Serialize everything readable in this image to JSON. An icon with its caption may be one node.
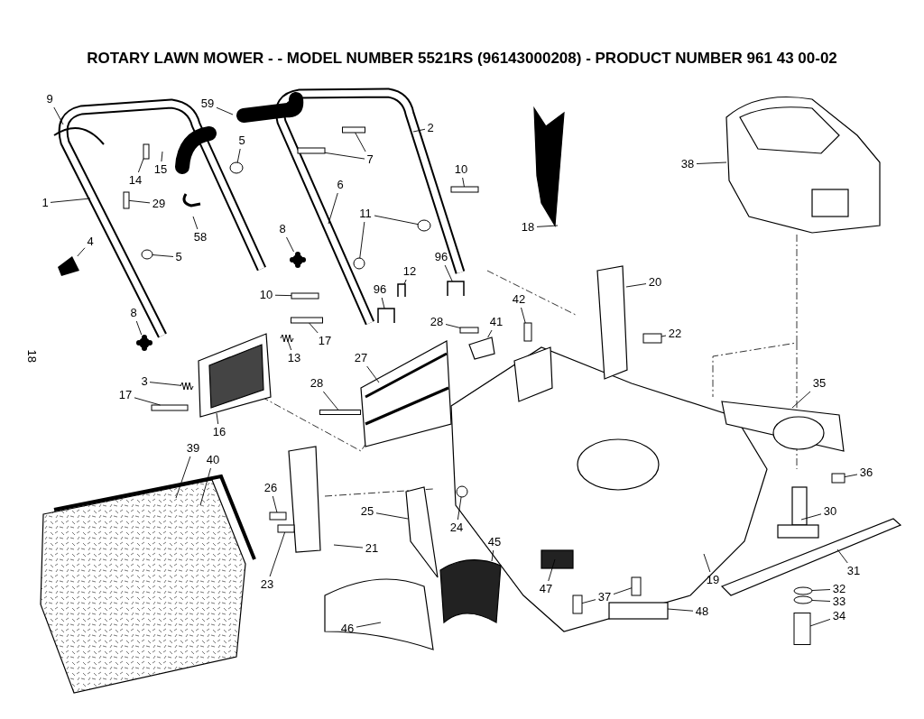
{
  "diagram": {
    "title": "ROTARY LAWN MOWER - - MODEL NUMBER **5521RS** (96143000208) - PRODUCT NUMBER 961 43 00-02",
    "nodes": [
      {
        "text": [
          "9"
        ]
      },
      {
        "text": [
          "59"
        ]
      },
      {
        "text": [
          "5"
        ]
      },
      {
        "text": [
          "2"
        ]
      },
      {
        "text": [
          "7"
        ]
      },
      {
        "text": [
          "14"
        ]
      },
      {
        "text": [
          "15"
        ]
      },
      {
        "text": [
          "1"
        ]
      },
      {
        "text": [
          "29"
        ]
      },
      {
        "text": [
          "6"
        ]
      },
      {
        "text": [
          "10"
        ]
      },
      {
        "text": [
          "58"
        ]
      },
      {
        "text": [
          "18"
        ]
      },
      {
        "text": [
          "38"
        ]
      },
      {
        "text": [
          "11"
        ]
      },
      {
        "text": [
          "4"
        ]
      },
      {
        "text": [
          "8"
        ]
      },
      {
        "text": [
          "5"
        ]
      },
      {
        "text": [
          "96"
        ]
      },
      {
        "text": [
          "12"
        ]
      },
      {
        "text": [
          "20"
        ]
      },
      {
        "text": [
          "10"
        ]
      },
      {
        "text": [
          "96"
        ]
      },
      {
        "text": [
          "42"
        ]
      },
      {
        "text": [
          "8"
        ]
      },
      {
        "text": [
          "28"
        ]
      },
      {
        "text": [
          "41"
        ]
      },
      {
        "text": [
          "17"
        ]
      },
      {
        "text": [
          "13"
        ]
      },
      {
        "text": [
          "22"
        ]
      },
      {
        "text": [
          "27"
        ]
      },
      {
        "text": [
          "3"
        ]
      },
      {
        "text": [
          "28"
        ]
      },
      {
        "text": [
          "35"
        ]
      },
      {
        "text": [
          "17"
        ]
      },
      {
        "text": [
          "16"
        ]
      },
      {
        "text": [
          "39"
        ]
      },
      {
        "text": [
          "40"
        ]
      },
      {
        "text": [
          "36"
        ]
      },
      {
        "text": [
          "26"
        ]
      },
      {
        "text": [
          "25"
        ]
      },
      {
        "text": [
          "24"
        ]
      },
      {
        "text": [
          "30"
        ]
      },
      {
        "text": [
          "45"
        ]
      },
      {
        "text": [
          "21"
        ]
      },
      {
        "text": [
          "31"
        ]
      },
      {
        "text": [
          "23"
        ]
      },
      {
        "text": [
          "47"
        ]
      },
      {
        "text": [
          "19"
        ]
      },
      {
        "text": [
          "32"
        ]
      },
      {
        "text": [
          "37"
        ]
      },
      {
        "text": [
          "33"
        ]
      },
      {
        "text": [
          "48"
        ]
      },
      {
        "text": [
          "34"
        ]
      },
      {
        "text": [
          "46"
        ]
      },
      {
        "text": [],
        "shape": "nut"
      },
      {
        "text": [],
        "shape": "bolt"
      },
      {
        "text": [],
        "shape": "bolt"
      },
      {
        "text": [],
        "shape": "bolt"
      },
      {
        "text": [],
        "shape": "bolt"
      },
      {
        "text": [],
        "shape": "bolt"
      },
      {
        "text": [],
        "shape": "nut"
      },
      {
        "text": [],
        "shape": "nut"
      },
      {
        "text": [],
        "shape": "nut"
      },
      {
        "text": [],
        "shape": "clip"
      },
      {
        "text": [],
        "shape": "clip"
      },
      {
        "text": [],
        "shape": "bolt"
      },
      {
        "text": [],
        "shape": "clip"
      },
      {
        "text": [],
        "shape": "bolt"
      },
      {
        "text": [],
        "shape": "bolt"
      },
      {
        "text": [],
        "shape": "bolt"
      },
      {
        "text": [],
        "shape": "spring"
      },
      {
        "text": [],
        "shape": "bolt"
      },
      {
        "text": [],
        "shape": "spring"
      },
      {
        "text": [],
        "shape": "bolt"
      },
      {
        "text": [],
        "shape": "bolt"
      },
      {
        "text": [],
        "shape": "bolt"
      },
      {
        "text": [],
        "shape": "bolt"
      },
      {
        "text": [],
        "shape": "nut"
      },
      {
        "text": [],
        "shape": "bolt"
      },
      {
        "text": [],
        "shape": "washer"
      },
      {
        "text": [],
        "shape": "bolt"
      },
      {
        "text": [],
        "shape": "bolt"
      },
      {
        "text": [],
        "shape": "washer"
      },
      {
        "text": [],
        "shape": "bolt"
      },
      {
        "text": [],
        "shape": "knob"
      },
      {
        "text": [],
        "shape": "knob"
      },
      {
        "text": [],
        "shape": "grip"
      },
      {
        "text": [],
        "shape": "plate"
      }
    ],
    "edges": [
      {
        "from": 0,
        "to": null,
        "arrow": "none"
      },
      {
        "from": 1,
        "to": null,
        "arrow": "none"
      },
      {
        "from": 2,
        "to": 55,
        "arrow": "none"
      },
      {
        "from": 3,
        "to": null,
        "arrow": "none"
      },
      {
        "from": 4,
        "to": 56,
        "arrow": "none"
      },
      {
        "from": 4,
        "to": 57,
        "arrow": "none"
      },
      {
        "from": 5,
        "to": 58,
        "arrow": "none"
      },
      {
        "from": 6,
        "to": null,
        "arrow": "none"
      },
      {
        "from": 7,
        "to": null,
        "arrow": "none"
      },
      {
        "from": 8,
        "to": 59,
        "arrow": "none"
      },
      {
        "from": 9,
        "to": null,
        "arrow": "none"
      },
      {
        "from": 10,
        "to": 60,
        "arrow": "none"
      },
      {
        "from": 11,
        "to": null,
        "arrow": "none"
      },
      {
        "from": 12,
        "to": null,
        "arrow": "none"
      },
      {
        "from": 13,
        "to": null,
        "arrow": "none"
      },
      {
        "from": 14,
        "to": 61,
        "arrow": "none"
      },
      {
        "from": 14,
        "to": 62,
        "arrow": "none"
      },
      {
        "from": 15,
        "to": 87,
        "arrow": "none"
      },
      {
        "from": 16,
        "to": 85,
        "arrow": "none"
      },
      {
        "from": 17,
        "to": 63,
        "arrow": "none"
      },
      {
        "from": 18,
        "to": 64,
        "arrow": "none"
      },
      {
        "from": 19,
        "to": 65,
        "arrow": "none"
      },
      {
        "from": 20,
        "to": null,
        "arrow": "none"
      },
      {
        "from": 21,
        "to": 66,
        "arrow": "none"
      },
      {
        "from": 22,
        "to": 67,
        "arrow": "none"
      },
      {
        "from": 23,
        "to": 68,
        "arrow": "none"
      },
      {
        "from": 24,
        "to": 86,
        "arrow": "none"
      },
      {
        "from": 25,
        "to": 69,
        "arrow": "none"
      },
      {
        "from": 26,
        "to": 88,
        "arrow": "none"
      },
      {
        "from": 27,
        "to": 70,
        "arrow": "none"
      },
      {
        "from": 28,
        "to": 71,
        "arrow": "none"
      },
      {
        "from": 29,
        "to": 72,
        "arrow": "none"
      },
      {
        "from": 30,
        "to": null,
        "arrow": "none"
      },
      {
        "from": 31,
        "to": 73,
        "arrow": "none"
      },
      {
        "from": 32,
        "to": 74,
        "arrow": "none"
      },
      {
        "from": 33,
        "to": null,
        "arrow": "none"
      },
      {
        "from": 34,
        "to": 75,
        "arrow": "none"
      },
      {
        "from": 35,
        "to": null,
        "arrow": "none"
      },
      {
        "from": 36,
        "to": null,
        "arrow": "none"
      },
      {
        "from": 37,
        "to": null,
        "arrow": "none"
      },
      {
        "from": 38,
        "to": 76,
        "arrow": "none"
      },
      {
        "from": 39,
        "to": 77,
        "arrow": "none"
      },
      {
        "from": 40,
        "to": null,
        "arrow": "none"
      },
      {
        "from": 41,
        "to": 78,
        "arrow": "none"
      },
      {
        "from": 42,
        "to": null,
        "arrow": "none"
      },
      {
        "from": 43,
        "to": null,
        "arrow": "none"
      },
      {
        "from": 44,
        "to": null,
        "arrow": "none"
      },
      {
        "from": 45,
        "to": null,
        "arrow": "none"
      },
      {
        "from": 46,
        "to": 79,
        "arrow": "none"
      },
      {
        "from": 47,
        "to": null,
        "arrow": "none"
      },
      {
        "from": 48,
        "to": null,
        "arrow": "none"
      },
      {
        "from": 49,
        "to": 80,
        "arrow": "none"
      },
      {
        "from": 50,
        "to": 81,
        "arrow": "none"
      },
      {
        "from": 50,
        "to": 82,
        "arrow": "none"
      },
      {
        "from": 51,
        "to": 83,
        "arrow": "none"
      },
      {
        "from": 52,
        "to": null,
        "arrow": "none"
      },
      {
        "from": 53,
        "to": 84,
        "arrow": "none"
      },
      {
        "from": 54,
        "to": null,
        "arrow": "none"
      }
    ],
    "labels": [
      "18"
    ]
  }
}
